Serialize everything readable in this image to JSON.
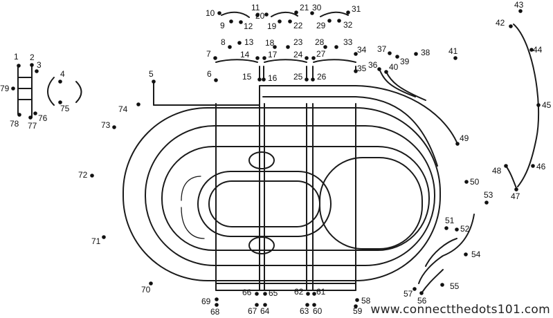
{
  "puzzle": {
    "dots": [
      1,
      2,
      3,
      4,
      5,
      6,
      7,
      8,
      9,
      10,
      11,
      12,
      13,
      14,
      15,
      16,
      17,
      18,
      19,
      20,
      21,
      22,
      23,
      24,
      25,
      26,
      27,
      28,
      29,
      30,
      31,
      32,
      33,
      34,
      35,
      36,
      37,
      38,
      39,
      40,
      41,
      42,
      43,
      44,
      45,
      46,
      47,
      48,
      49,
      50,
      51,
      52,
      53,
      54,
      55,
      56,
      57,
      58,
      59,
      60,
      61,
      62,
      63,
      64,
      65,
      66,
      67,
      68,
      69,
      70,
      71,
      72,
      73,
      74,
      75,
      76,
      77,
      78,
      79
    ],
    "line_color": "#1a1a1a"
  },
  "watermark": "www.connectthedots101.com"
}
